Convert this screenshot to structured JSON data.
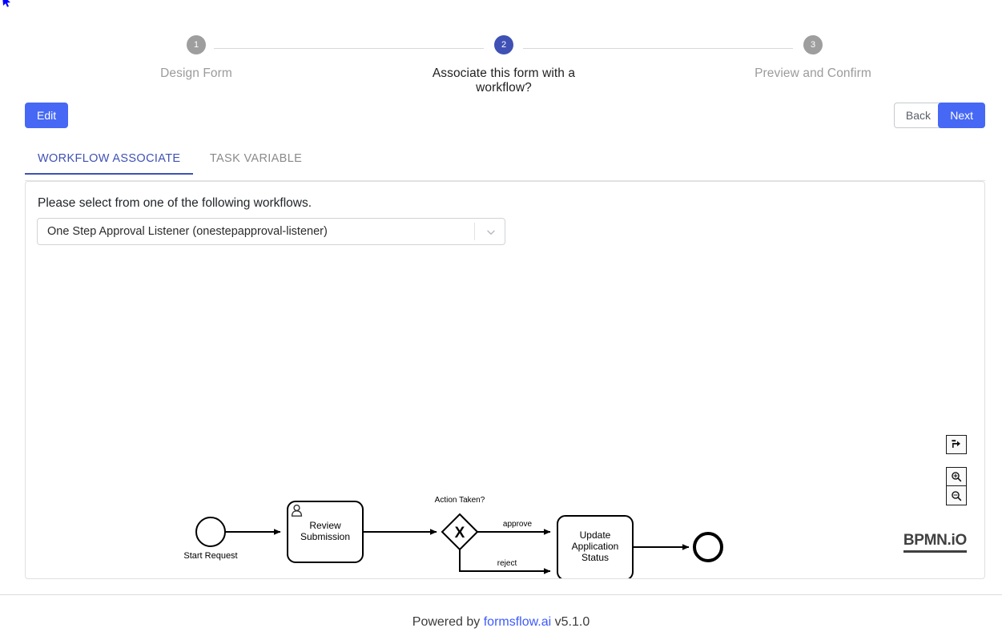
{
  "stepper": {
    "steps": [
      {
        "number": "1",
        "label": "Design Form",
        "state": "inactive"
      },
      {
        "number": "2",
        "label": "Associate this form with a workflow?",
        "state": "active"
      },
      {
        "number": "3",
        "label": "Preview and Confirm",
        "state": "inactive"
      }
    ]
  },
  "actions": {
    "edit_label": "Edit",
    "back_label": "Back",
    "next_label": "Next"
  },
  "tabs": [
    {
      "label": "WORKFLOW ASSOCIATE",
      "state": "active"
    },
    {
      "label": "TASK VARIABLE",
      "state": "inactive"
    }
  ],
  "card": {
    "prompt": "Please select from one of the following workflows.",
    "select": {
      "value": "One Step Approval Listener (onestepapproval-listener)",
      "caret_icon": "chevron-down-icon"
    }
  },
  "bpmn": {
    "nodes": [
      {
        "id": "start",
        "type": "start-event",
        "label": "Start Request"
      },
      {
        "id": "review",
        "type": "user-task",
        "label_line1": "Review",
        "label_line2": "Submission",
        "icon": "user-icon"
      },
      {
        "id": "gateway",
        "type": "exclusive-gateway",
        "label": "Action Taken?",
        "glyph": "X"
      },
      {
        "id": "update",
        "type": "task",
        "label_line1": "Update",
        "label_line2": "Application",
        "label_line3": "Status"
      },
      {
        "id": "end",
        "type": "end-event",
        "label": ""
      }
    ],
    "flows": [
      {
        "from": "start",
        "to": "review",
        "label": ""
      },
      {
        "from": "review",
        "to": "gateway",
        "label": ""
      },
      {
        "from": "gateway",
        "to": "update",
        "label": "approve"
      },
      {
        "from": "gateway",
        "to": "update",
        "label": "reject"
      },
      {
        "from": "update",
        "to": "end",
        "label": ""
      }
    ],
    "controls": [
      {
        "name": "reset-zoom-icon",
        "title": "Reset zoom"
      },
      {
        "name": "zoom-in-icon",
        "title": "Zoom in"
      },
      {
        "name": "zoom-out-icon",
        "title": "Zoom out"
      }
    ],
    "logo": "BPMN.iO"
  },
  "footer": {
    "prefix": "Powered by ",
    "link": "formsflow.ai",
    "version": " v5.1.0"
  }
}
